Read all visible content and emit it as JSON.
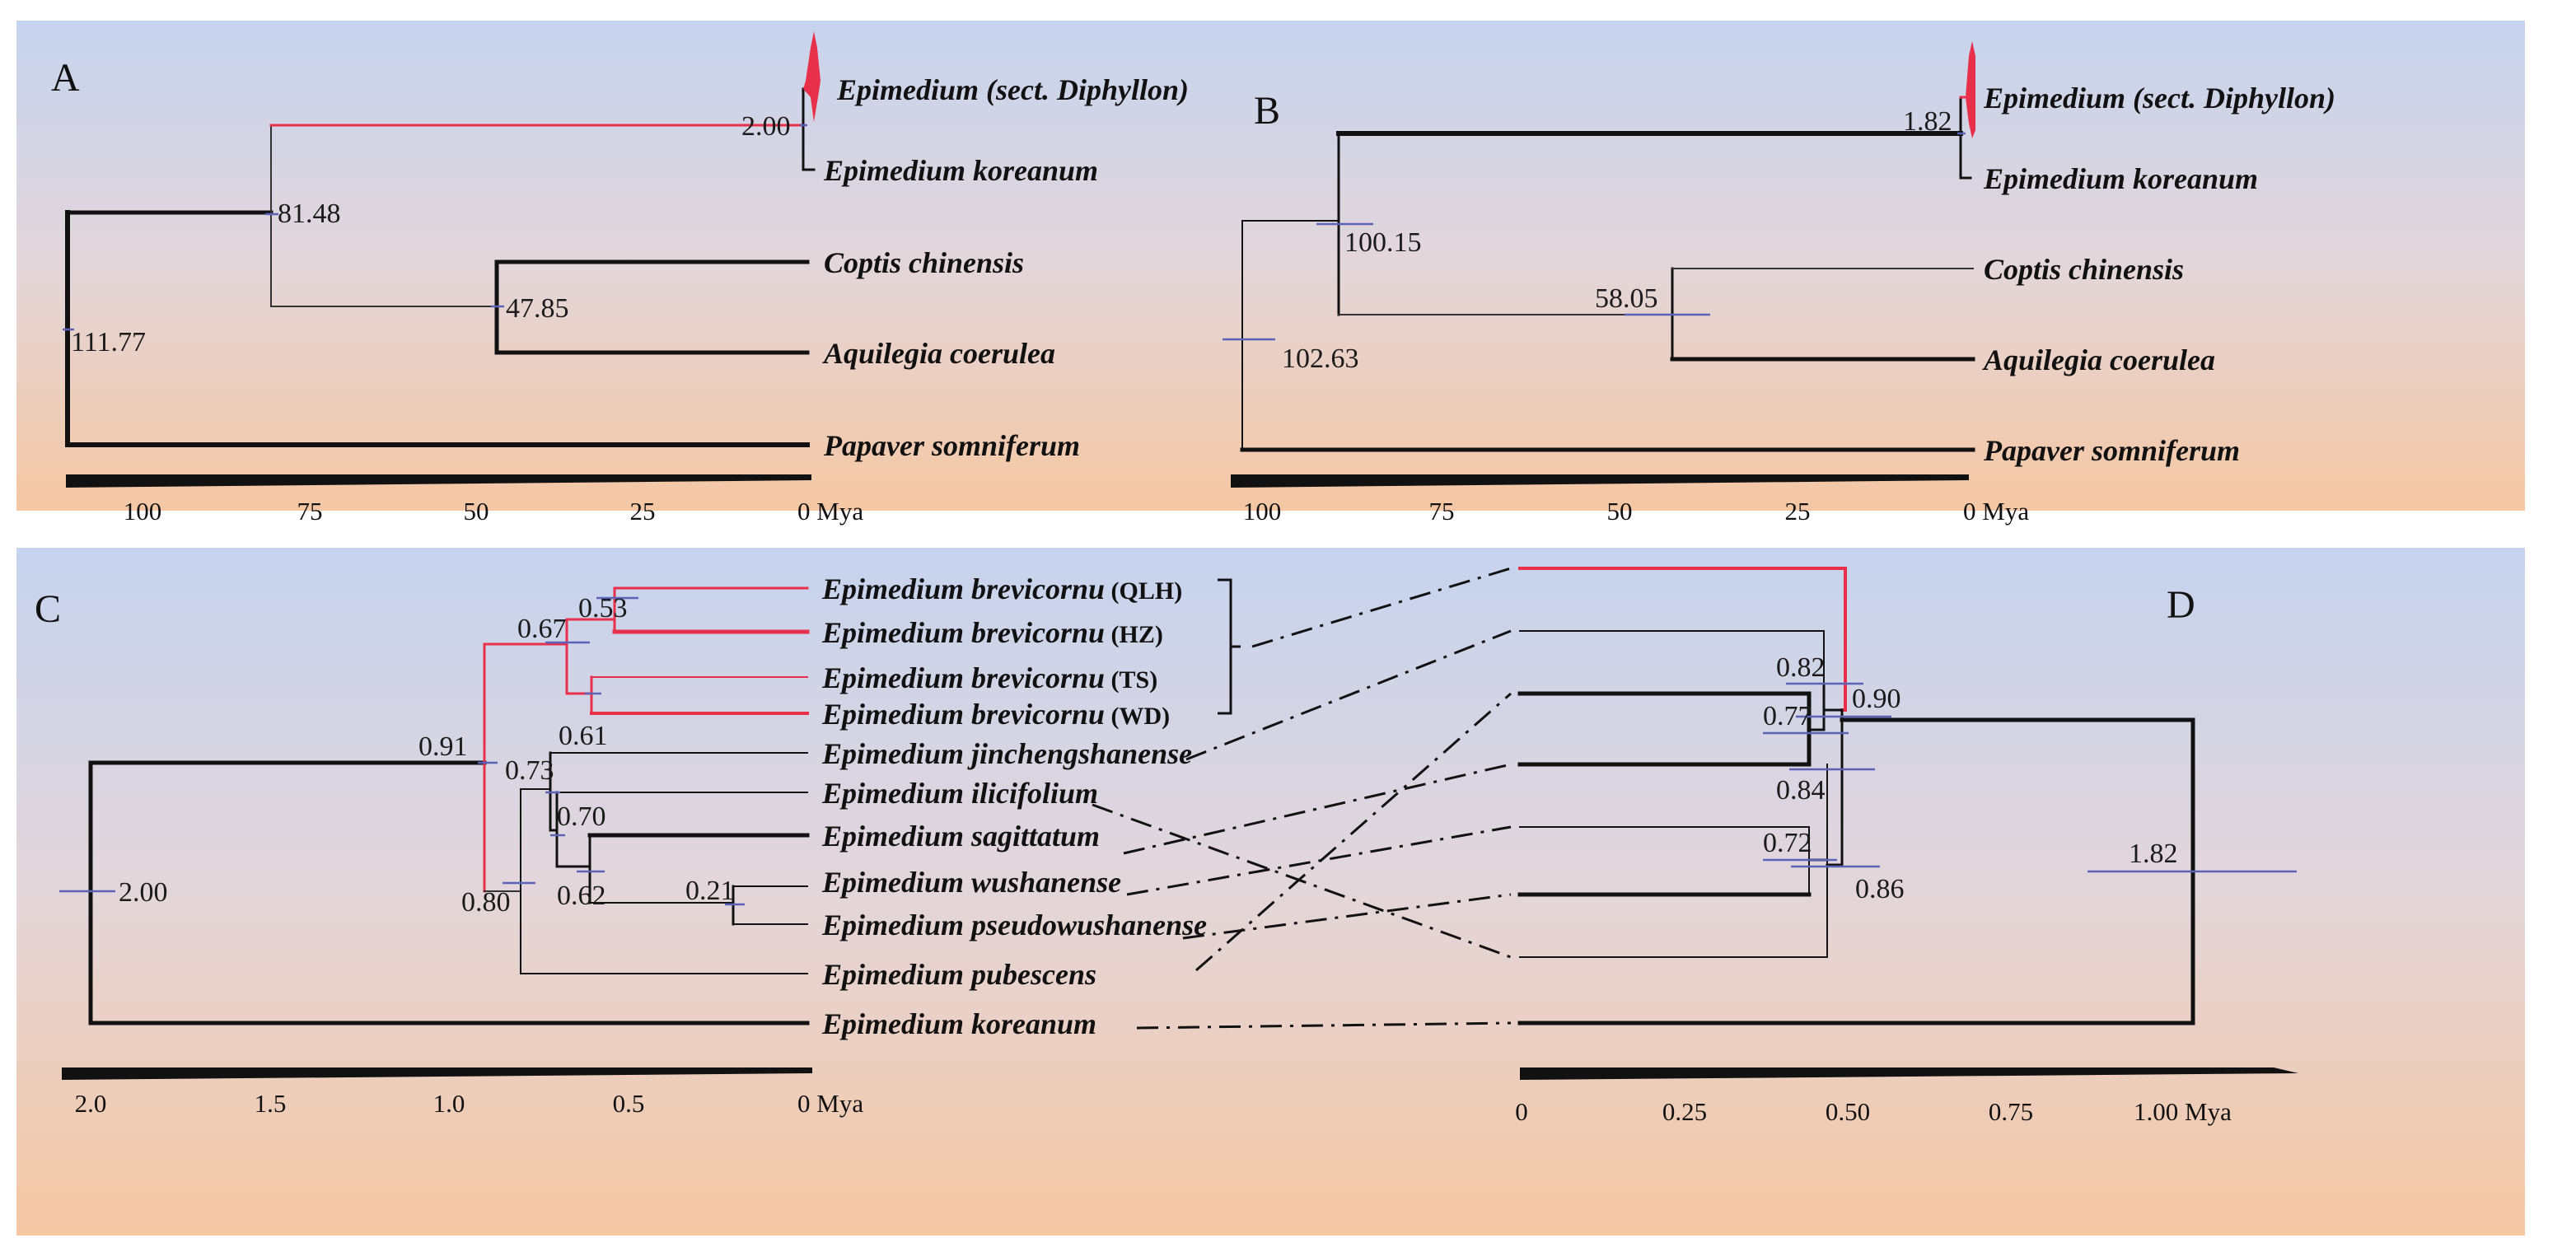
{
  "panels": {
    "A": {
      "letter": "A",
      "taxa": [
        "Epimedium (sect. Diphyllon)",
        "Epimedium koreanum",
        "Coptis chinensis",
        "Aquilegia coerulea",
        "Papaver somniferum"
      ],
      "nodes": [
        "2.00",
        "81.48",
        "47.85",
        "111.77"
      ],
      "axis_ticks": [
        "100",
        "75",
        "50",
        "25",
        "0 Mya"
      ]
    },
    "B": {
      "letter": "B",
      "taxa": [
        "Epimedium (sect. Diphyllon)",
        "Epimedium koreanum",
        "Coptis chinensis",
        "Aquilegia coerulea",
        "Papaver somniferum"
      ],
      "nodes": [
        "1.82",
        "100.15",
        "58.05",
        "102.63"
      ],
      "axis_ticks": [
        "100",
        "75",
        "50",
        "25",
        "0 Mya"
      ]
    },
    "C": {
      "letter": "C",
      "taxa": [
        {
          "name": "Epimedium brevicornu",
          "pop": " (QLH)"
        },
        {
          "name": "Epimedium brevicornu",
          "pop": " (HZ)"
        },
        {
          "name": "Epimedium brevicornu",
          "pop": " (TS)"
        },
        {
          "name": "Epimedium brevicornu",
          "pop": " (WD)"
        },
        {
          "name": "Epimedium jinchengshanense",
          "pop": ""
        },
        {
          "name": "Epimedium ilicifolium",
          "pop": ""
        },
        {
          "name": "Epimedium sagittatum",
          "pop": ""
        },
        {
          "name": "Epimedium wushanense",
          "pop": ""
        },
        {
          "name": "Epimedium pseudowushanense",
          "pop": ""
        },
        {
          "name": "Epimedium pubescens",
          "pop": ""
        },
        {
          "name": "Epimedium koreanum",
          "pop": ""
        }
      ],
      "nodes": [
        "0.53",
        "0.67",
        "0.61",
        "0.91",
        "0.73",
        "0.70",
        "0.62",
        "0.21",
        "0.80",
        "2.00"
      ],
      "axis_ticks": [
        "2.0",
        "1.5",
        "1.0",
        "0.5",
        "0 Mya"
      ]
    },
    "D": {
      "letter": "D",
      "nodes": [
        "0.82",
        "0.90",
        "0.77",
        "0.84",
        "0.72",
        "0.86",
        "1.82"
      ],
      "axis_ticks": [
        "0",
        "0.25",
        "0.50",
        "0.75",
        "1.00 Mya"
      ]
    }
  },
  "colors": {
    "highlight_branch": "#e8304a",
    "confidence_bar": "#5a63b8",
    "bg_top": "#c7d3ee",
    "bg_bottom": "#f4c8a6"
  }
}
